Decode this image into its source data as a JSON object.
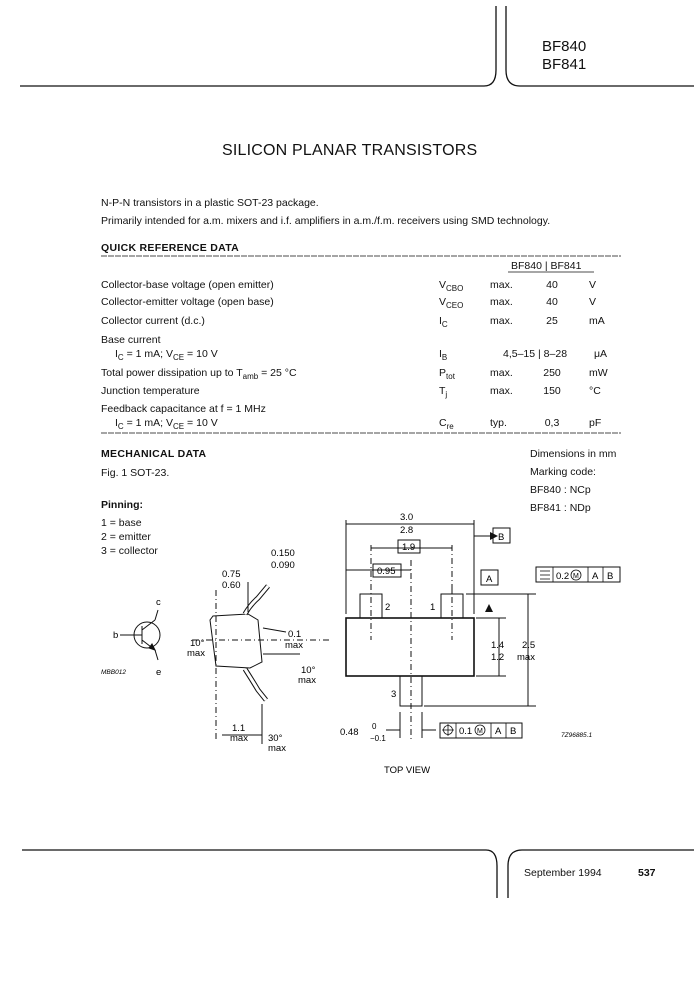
{
  "header": {
    "part_numbers": [
      "BF840",
      "BF841"
    ]
  },
  "title": "SILICON PLANAR TRANSISTORS",
  "intro": {
    "line1": "N-P-N transistors in a plastic SOT-23 package.",
    "line2": "Primarily intended for a.m. mixers and i.f. amplifiers in a.m./f.m. receivers using SMD technology."
  },
  "quick_reference": {
    "heading": "QUICK REFERENCE DATA",
    "col_header": "BF840 | BF841",
    "rows": [
      {
        "param": "Collector-base voltage (open emitter)",
        "symbol": "V",
        "symbol_sub": "CBO",
        "modifier": "max.",
        "value": "40",
        "unit": "V"
      },
      {
        "param": "Collector-emitter voltage (open base)",
        "symbol": "V",
        "symbol_sub": "CEO",
        "modifier": "max.",
        "value": "40",
        "unit": "V"
      },
      {
        "param": "Collector current (d.c.)",
        "symbol": "I",
        "symbol_sub": "C",
        "modifier": "max.",
        "value": "25",
        "unit": "mA"
      },
      {
        "param": "Base current",
        "param2": "I",
        "param2_sub": "C",
        "param2_rest": " = 1 mA; V",
        "param2_sub2": "CE",
        "param2_rest2": " = 10 V",
        "symbol": "I",
        "symbol_sub": "B",
        "modifier": "",
        "value": "4,5–15 | 8–28",
        "unit": "μA"
      },
      {
        "param": "Total power dissipation up to T",
        "param_sub": "amb",
        "param_rest": " = 25 °C",
        "symbol": "P",
        "symbol_sub": "tot",
        "modifier": "max.",
        "value": "250",
        "unit": "mW"
      },
      {
        "param": "Junction temperature",
        "symbol": "T",
        "symbol_sub": "j",
        "modifier": "max.",
        "value": "150",
        "unit": "°C"
      },
      {
        "param": "Feedback capacitance at f = 1 MHz",
        "param2": "I",
        "param2_sub": "C",
        "param2_rest": " = 1 mA; V",
        "param2_sub2": "CE",
        "param2_rest2": " = 10 V",
        "symbol": "C",
        "symbol_sub": "re",
        "modifier": "typ.",
        "value": "0,3",
        "unit": "pF"
      }
    ]
  },
  "mechanical": {
    "heading": "MECHANICAL DATA",
    "fig_caption": "Fig. 1  SOT-23.",
    "dimensions_note": "Dimensions in mm",
    "marking_title": "Marking code:",
    "marking_1": "BF840 : NCp",
    "marking_2": "BF841 : NDp",
    "pinning_title": "Pinning:",
    "pins": [
      "1 = base",
      "2 = emitter",
      "3 = collector"
    ],
    "symbol_code": "MBB012",
    "drawing_code": "7Z96885.1",
    "top_view": "TOP VIEW",
    "labels": {
      "pin_c": "c",
      "pin_b": "b",
      "pin_e": "e",
      "d_0150": "0.150",
      "d_0090": "0.090",
      "d_075": "0.75",
      "d_060": "0.60",
      "d_10deg_a": "10°",
      "d_max_a": "max",
      "d_01": "0.1",
      "d_max_b": "max",
      "d_10deg_b": "10°",
      "d_max_c": "max",
      "d_11": "1.1",
      "d_max_d": "max",
      "d_30deg": "30°",
      "d_max_e": "max",
      "d_30": "3.0",
      "d_28": "2.8",
      "d_19": "1.9",
      "d_095": "0.95",
      "box_b": "B",
      "box_a": "A",
      "pin2": "2",
      "pin1": "1",
      "pin3": "3",
      "d_14": "1.4",
      "d_12": "1.2",
      "d_25": "2.5",
      "d_max_f": "max",
      "d_048": "0.48",
      "d_tol_plus": "0",
      "d_tol_minus": "−0.1",
      "tol_top_val": "0.2",
      "tol_top_m": "M",
      "tol_top_a": "A",
      "tol_top_b": "B",
      "tol_bot_val": "0.1",
      "tol_bot_m": "M",
      "tol_bot_a": "A",
      "tol_bot_b": "B"
    }
  },
  "footer": {
    "date": "September 1994",
    "page": "537"
  }
}
